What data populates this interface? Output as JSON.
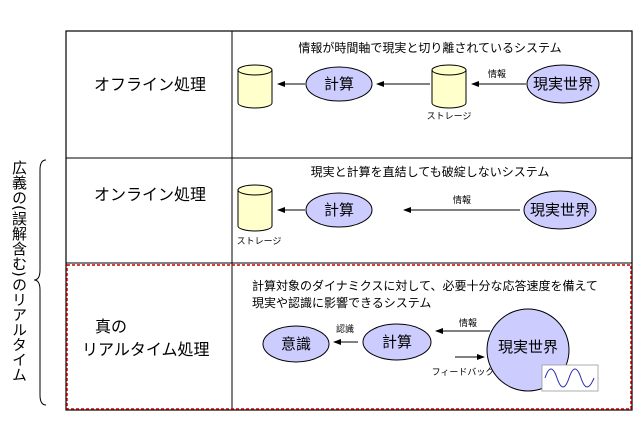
{
  "side_label": "広義の(誤解含む)のリアルタイム",
  "rows": [
    {
      "label": "オフライン処理",
      "caption": "情報が時間軸で現実と切り離されているシステム",
      "compute": "計算",
      "world": "現実世界",
      "info": "情報",
      "storage": "ストレージ"
    },
    {
      "label": "オンライン処理",
      "caption": "現実と計算を直結しても破綻しないシステム",
      "compute": "計算",
      "world": "現実世界",
      "info": "情報",
      "storage": "ストレージ"
    },
    {
      "label_line1": "真の",
      "label_line2": "リアルタイム処理",
      "caption_line1": "計算対象のダイナミクスに対して、必要十分な応答速度を備えて",
      "caption_line2": "現実や認識に影響できるシステム",
      "consciousness": "意識",
      "compute": "計算",
      "world": "現実世界",
      "info": "情報",
      "recognition": "認識",
      "feedback": "フィードバック"
    }
  ],
  "colors": {
    "ellipse_fill": "#ccccff",
    "cylinder_fill": "#ffffcc",
    "border": "#000000",
    "highlight_border": "#cc0000"
  }
}
